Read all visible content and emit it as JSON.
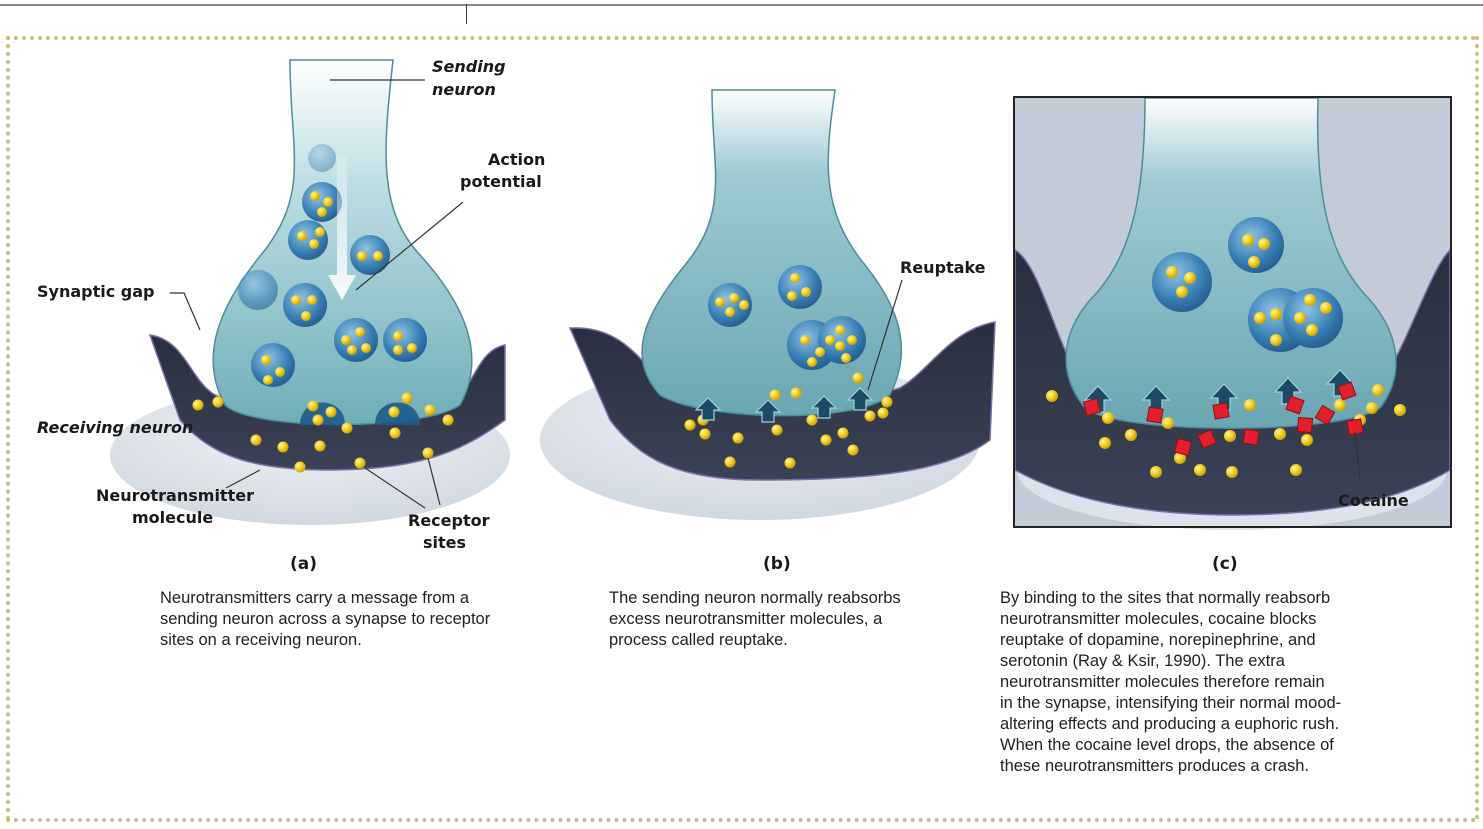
{
  "labels": {
    "sending_neuron_1": "Sending",
    "sending_neuron_2": "neuron",
    "action_potential_1": "Action",
    "action_potential_2": "potential",
    "synaptic_gap": "Synaptic gap",
    "receiving_neuron": "Receiving neuron",
    "neurotransmitter_1": "Neurotransmitter",
    "neurotransmitter_2": "molecule",
    "receptor_1": "Receptor",
    "receptor_2": "sites",
    "reuptake": "Reuptake",
    "cocaine": "Cocaine"
  },
  "panels": [
    {
      "letter": "(a)",
      "caption": [
        "Neurotransmitters carry a message from a",
        "sending neuron across a synapse to receptor",
        "sites on a receiving neuron."
      ]
    },
    {
      "letter": "(b)",
      "caption": [
        "The sending neuron normally reabsorbs",
        "excess neurotransmitter molecules, a",
        "process called reuptake."
      ]
    },
    {
      "letter": "(c)",
      "caption": [
        "By binding to the sites that normally reabsorb",
        "neurotransmitter molecules, cocaine blocks",
        "reuptake of dopamine, norepinephrine, and",
        "serotonin (Ray & Ksir, 1990). The extra",
        "neurotransmitter molecules therefore remain",
        "in the synapse, intensifying their normal mood-",
        "altering effects and producing a euphoric rush.",
        "When the cocaine level drops, the absence of",
        "these neurotransmitters produces a crash."
      ]
    }
  ],
  "colors": {
    "frame_dots": "#c9bd7a",
    "neuron_fill": "#7fb9c4",
    "receiving_fill": "#2b3140",
    "molecule": "#f2c81a",
    "cocaine": "#e0202a",
    "vesicle": "#3f86b8"
  }
}
